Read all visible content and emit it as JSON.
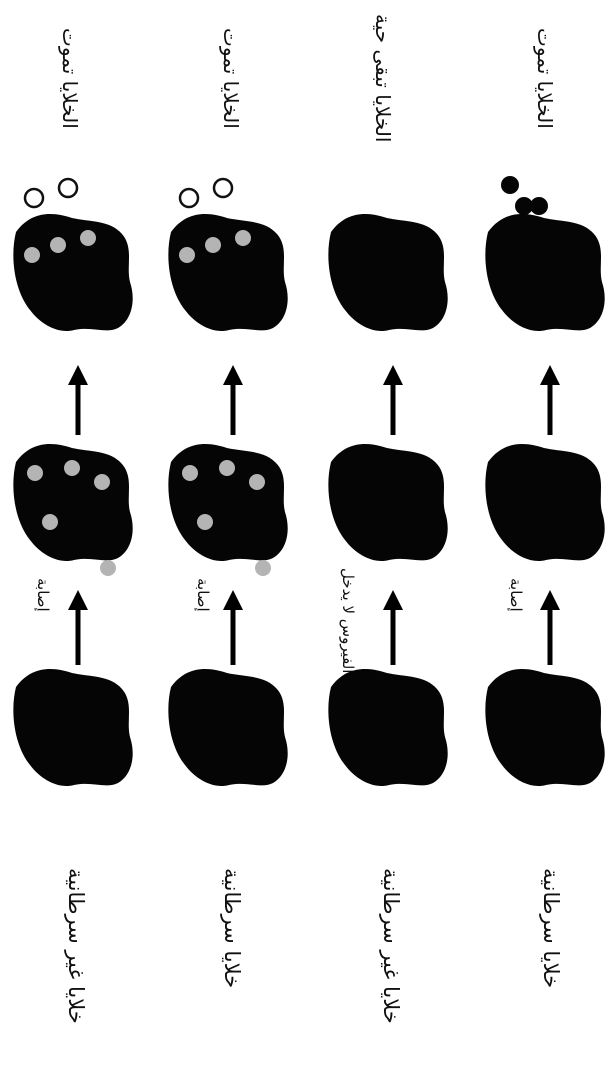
{
  "rows": [
    {
      "start_label": "خلايا غير سرطانية",
      "step_label": "إصابة",
      "end_label": "الخلايا تموت",
      "mid_virus": true,
      "outcome": "burst"
    },
    {
      "start_label": "خلايا سرطانية",
      "step_label": "إصابة",
      "end_label": "الخلايا تموت",
      "mid_virus": true,
      "outcome": "burst"
    },
    {
      "start_label": "خلايا غير سرطانية",
      "step_label": "الفيروس لا يدخل",
      "end_label": "الخلايا تبقى حية",
      "mid_virus": false,
      "outcome": "alive"
    },
    {
      "start_label": "خلايا سرطانية",
      "step_label": "إصابة",
      "end_label": "الخلايا تموت",
      "mid_virus": false,
      "outcome": "blebbing"
    }
  ],
  "colors": {
    "cell": "#050505",
    "virus": "#b4b4b4",
    "released_virus_ring": "#111111",
    "arrow": "#000000"
  }
}
